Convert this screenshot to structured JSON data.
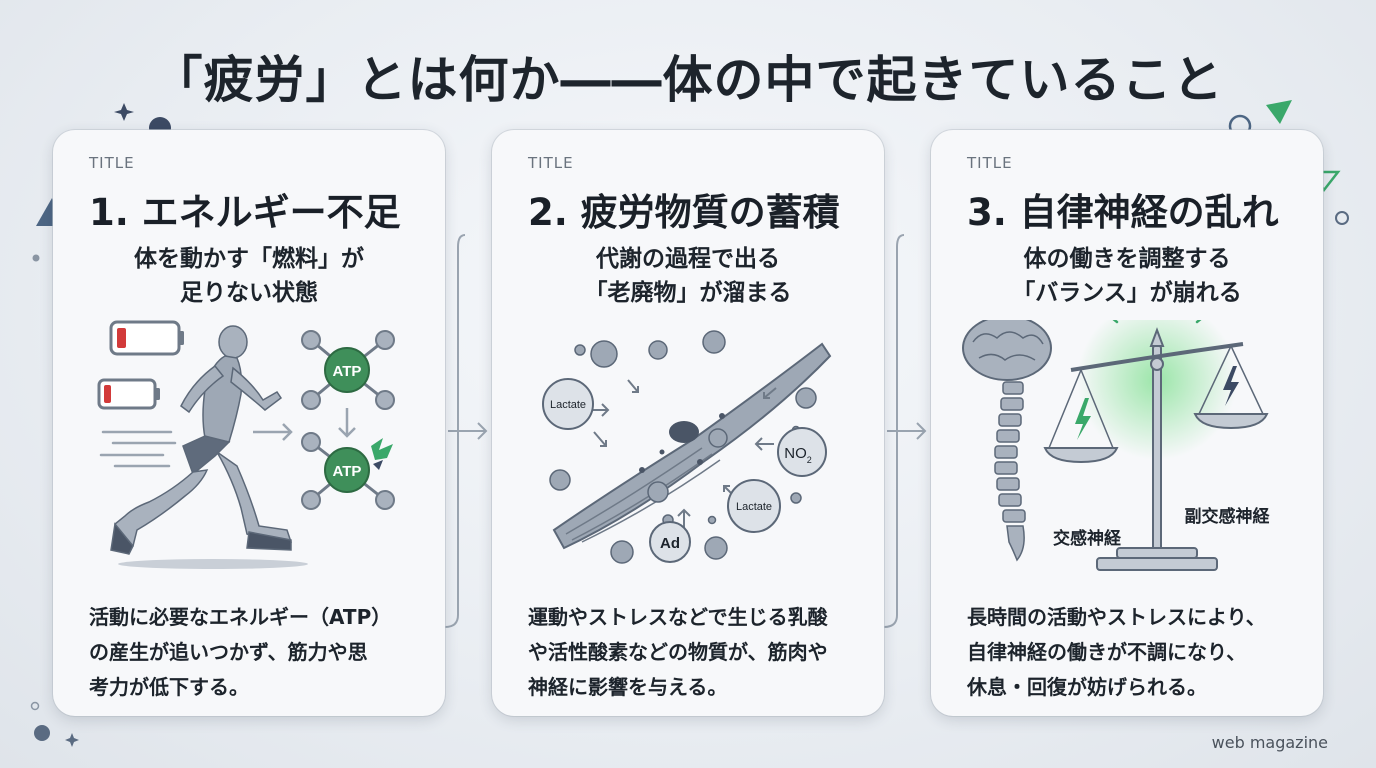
{
  "title": "「疲労」とは何か――体の中で起きていること",
  "cards": [
    {
      "tag": "TITLE",
      "heading": "1. エネルギー不足",
      "subtitle_line1": "体を動かす「燃料」が",
      "subtitle_line2": "足りない状態",
      "atp_label_1": "ATP",
      "atp_label_2": "ATP",
      "desc_line1": "活動に必要なエネルギー（ATP）",
      "desc_line2": "の産生が追いつかず、筋力や思",
      "desc_line3": "考力が低下する。"
    },
    {
      "tag": "TITLE",
      "heading": "2. 疲労物質の蓄積",
      "subtitle_line1": "代謝の過程で出る",
      "subtitle_line2": "「老廃物」が溜まる",
      "lactate_label_1": "Lactate",
      "lactate_label_2": "Lactate",
      "no2_label": "NO",
      "no2_sub": "2",
      "ad_label": "Ad",
      "desc_line1": "運動やストレスなどで生じる乳酸",
      "desc_line2": "や活性酸素などの物質が、筋肉や",
      "desc_line3": "神経に影響を与える。"
    },
    {
      "tag": "TITLE",
      "heading": "3. 自律神経の乱れ",
      "subtitle_line1": "体の働きを調整する",
      "subtitle_line2": "「バランス」が崩れる",
      "sympathetic_label": "交感神経",
      "parasympathetic_label": "副交感神経",
      "desc_line1": "長時間の活動やストレスにより、",
      "desc_line2": "自律神経の働きが不調になり、",
      "desc_line3": "休息・回復が妨げられる。"
    }
  ],
  "footer": "web magazine",
  "colors": {
    "accent_green": "#3aa86a",
    "atp_green": "#3f8f5a",
    "battery_red": "#d23a3a",
    "navy": "#3c4a64"
  }
}
